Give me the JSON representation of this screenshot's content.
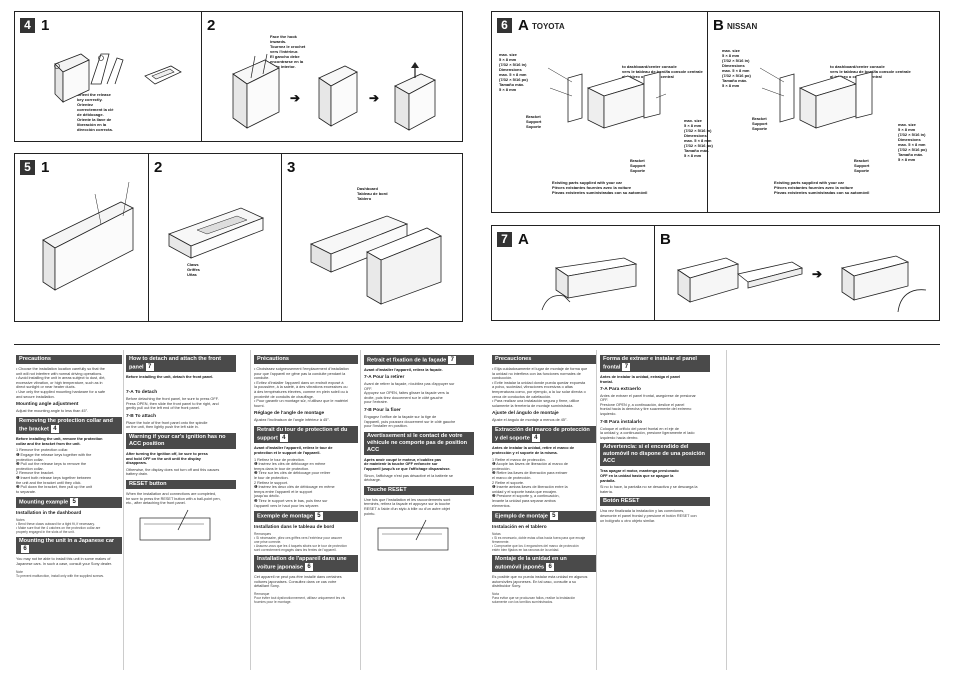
{
  "top_panels": {
    "sec4": {
      "num": "4",
      "steps": [
        "1",
        "2"
      ]
    },
    "sec5": {
      "num": "5",
      "steps": [
        "1",
        "2",
        "3"
      ]
    },
    "sec6": {
      "num": "6",
      "a_letter": "A",
      "a_label": "TOYOTA",
      "b_letter": "B",
      "b_label": "NISSAN"
    },
    "sec7": {
      "num": "7",
      "a_letter": "A",
      "b_letter": "B"
    }
  },
  "labels": {
    "s4_orient": "Orient the release\nkey correctly.\nOrientez\ncorrectement la clé\nde déblocage.\nOriente la llave de\nliberación en la\ndirección correcta.",
    "s4_hook": "Face the hook\ninwards.\nTournez le crochet\nvers l'intérieur.\nEl gancho debe\nencontrarse en la\nparte interior.",
    "s5_claws": "Claws\nGriffes\nUñas",
    "s5_dashboard": "Dashboard\nTableau de bord\nTablero",
    "s6_maxsize": "max. size\n5 × 8 mm\n(7/32 × 5/16 in)\nDimensions\nmax. 5 × 8 mm\n(7/32 × 5/16 po)\nTamaño máx.\n5 × 8 mm",
    "s6_console": "to dashboard/center console\nvers le tableau de bord/la console centrale\nal tablero o consola central",
    "s6_bracket": "Bracket\nSupport\nSoporte",
    "s6_existing": "Existing parts supplied with your car\nPièces existantes fournies avec la voiture\nPiezas existentes suministradas con su automóvil"
  },
  "english": {
    "precautions": {
      "title": "Precautions",
      "body": "• Choose the installation location carefully so that the\n  unit will not interfere with normal driving operations.\n• Avoid installing the unit in areas subject to dust, dirt,\n  excessive vibration, or high temperature, such as in\n  direct sunlight or near heater ducts.\n• Use only the supplied mounting hardware for a safe\n  and secure installation."
    },
    "mounting_angle": {
      "title": "Mounting angle adjustment",
      "body": "Adjust the mounting angle to less than 45°."
    },
    "removing": {
      "title": "Removing the protection collar and the bracket",
      "num": "4",
      "intro": "Before installing the unit, remove the protection\ncollar and the bracket from the unit.",
      "body": "1  Remove the protection collar.\n   ❶ Engage the release keys together with the\n      protection collar.\n   ❷ Pull out the release keys to remove the\n      protection collar.\n2  Remove the bracket.\n   ❶ Insert both release keys together between\n      the unit and the bracket until they click.\n   ❷ Pull down the bracket, then pull up the unit\n      to separate."
    },
    "mounting_example": {
      "title": "Mounting example",
      "num": "5",
      "sub": "Installation in the dashboard",
      "notes": "Notes\n• Bend these claws outward for a tight fit, if necessary.\n• Make sure that the 4 catches on the protection collar are\n  properly engaged in the slots of the unit."
    },
    "japanese_car": {
      "title": "Mounting the unit in a Japanese car",
      "num": "6",
      "body": "You may not be able to install this unit in some makes of\nJapanese cars. In such a case, consult your Sony dealer.",
      "note": "Note\nTo prevent malfunction, install only with the supplied screws."
    },
    "detach_attach": {
      "title": "How to detach and attach the front panel",
      "num": "7",
      "intro": "Before installing the unit, detach the front panel.",
      "a_title": "7-A To detach",
      "a_body": "Before detaching the front panel, be sure to press OFF.\nPress OPEN, then slide the front panel to the right, and\ngently pull out the left end of the front panel.",
      "b_title": "7-B To attach",
      "b_body": "Place the hole of the front panel onto the spindle\non the unit, then lightly push the left side in."
    },
    "warning": {
      "title": "Warning if your car's ignition has no ACC position",
      "bold": "After turning the ignition off, be sure to press\nand hold OFF on the unit until the display\ndisappears.",
      "body": "Otherwise, the display does not turn off and this causes\nbattery drain."
    },
    "reset": {
      "title": "RESET button",
      "body": "When the installation and connections are completed,\nbe sure to press the RESET button with a ball-point pen,\netc., after detaching the front panel."
    }
  },
  "french": {
    "precautions": {
      "title": "Précautions",
      "body": "• Choisissez soigneusement l'emplacement d'installation\n  pour que l'appareil ne gêne pas la conduite pendant la\n  conduite.\n• Evitez d'installer l'appareil dans un endroit exposé à\n  la poussière, à la saleté, à des vibrations excessives ou\n  à des températures élevées, comme en plein soleil ou à\n  proximité de conduits de chauffage.\n• Pour garantir un montage sûr, n'utilisez que le matériel\n  fourni."
    },
    "angle": {
      "title": "Réglage de l'angle de montage",
      "body": "Ajustez l'inclinaison de l'angle inférieur à 45°."
    },
    "retrait": {
      "title": "Retrait du tour de protection et du support",
      "num": "4",
      "intro": "Avant d'installer l'appareil, retirez le tour de\nprotection et le support de l'appareil.",
      "body": "1  Retirez le tour de protection.\n   ❶ Insérez les clés de déblocage en même\n      temps dans le tour de protection.\n   ❷ Tirez sur les clés de déblocage pour retirer\n      le tour de protection.\n2  Retirez le support.\n   ❶ Insérez les deux clés de déblocage en même\n      temps entre l'appareil et le support\n      jusqu'au déclic.\n   ❷ Tirez le support vers le bas, puis tirez sur\n      l'appareil vers le haut pour les séparer."
    },
    "exemple": {
      "title": "Exemple de montage",
      "num": "5",
      "sub": "Installation dans le tableau de bord",
      "notes": "Remarques\n• Si nécessaire, pliez ces griffes vers l'extérieur pour assurer\n  une prise correcte.\n• Assurez-vous que les 4 taquets situés sur le tour de protection\n  sont correctement engagés dans les fentes de l'appareil."
    },
    "japonais": {
      "title": "Installation de l'appareil dans une voiture japonaise",
      "num": "6",
      "body": "Cet appareil ne peut pas être installé dans certaines\nvoitures japonaises. Consultez dans ce cas votre\ndétaillant Sony.",
      "note": "Remarque\nPour éviter tout dysfonctionnement, utilisez uniquement les vis\nfournies pour le montage."
    },
    "facade": {
      "title": "Retrait et fixation de la façade",
      "num": "7",
      "intro": "Avant d'installer l'appareil, retirez la façade.",
      "a_title": "7-A Pour la retirer",
      "a_body": "Avant de retirer la façade, n'oubliez pas d'appuyer sur\nOFF.\nAppuyez sur OPEN, faites glisser la façade vers la\ndroite, puis tirez doucement sur le côté gauche\npour l'extraire.",
      "b_title": "7-B Pour la fixer",
      "b_body": "Engagez l'orifice de la façade sur la tige de\nl'appareil, puis poussez doucement sur le côté gauche\npour l'installer en position."
    },
    "avert": {
      "title": "Avertissement si le contact de votre véhicule ne comporte pas de position ACC",
      "bold": "Après avoir coupé le moteur, n'oubliez pas\nde maintenir la touche OFF enfoncée sur\nl'appareil jusqu'à ce que l'affichage disparaisse.",
      "body": "Sinon, l'affichage n'est pas désactivé et la batterie se\ndécharge."
    },
    "reset": {
      "title": "Touche RESET",
      "body": "Une fois que l'installation et les raccordements sont\nterminés, retirez la façade et appuyez sur la touche\nRESET à l'aide d'un stylo à bille ou d'un autre objet\npointu."
    }
  },
  "spanish": {
    "precautions": {
      "title": "Precauciones",
      "body": "• Elija cuidadosamente el lugar de montaje de forma que\n  la unidad no interfiera con las funciones normales de\n  conducción.\n• Evite instalar la unidad donde pueda quedar expuesta\n  a polvo, suciedad, vibraciones excesivas o altas\n  temperaturas como, por ejemplo, a la luz solar directa o\n  cerca de conductos de calefacción.\n• Para realizar una instalación segura y firme, utilice\n  solamente la ferretería de montaje suministrada."
    },
    "angle": {
      "title": "Ajuste del ángulo de montaje",
      "body": "Ajuste el ángulo de montaje a menos de 45°."
    },
    "extraccion": {
      "title": "Extracción del marco de protección y del soporte",
      "num": "4",
      "intro": "Antes de instalar la unidad, retire el marco de\nprotección y el soporte de la misma.",
      "body": "1  Retire el marco de protección.\n   ❶ Acople las llaves de liberación al marco de\n      protección.\n   ❷ Retire las llaves de liberación para extraer\n      el marco de protección.\n2  Retire el soporte.\n   ❶ Inserte ambas llaves de liberación entre la\n      unidad y el soporte hasta que encajen.\n   ❷ Presione el soporte y, a continuación,\n      levante la unidad para separar ambos\n      elementos."
    },
    "ejemplo": {
      "title": "Ejemplo de montaje",
      "num": "5",
      "sub": "Instalación en el tablero",
      "notes": "Notas\n• Si es necesario, doble estas uñas hacia fuera para que encaje\n  firmemente.\n• Compruebe que los 4 enganches del marco de protección\n  estén bien fijados en las ranuras de la unidad."
    },
    "japones": {
      "title": "Montaje de la unidad en un automóvil japonés",
      "num": "6",
      "body": "Es posible que no pueda instalar esta unidad en algunos\nautomóviles japoneses. En tal caso, consulte a su\ndistribuidor Sony.",
      "note": "Nota\nPara evitar que se produzcan fallos, realice la instalación\nsolamente con los tornillos suministrados."
    },
    "panel": {
      "title": "Forma de extraer e instalar el panel frontal",
      "num": "7",
      "intro": "Antes de instalar la unidad, extraiga el panel\nfrontal.",
      "a_title": "7-A Para extraerlo",
      "a_body": "Antes de extraer el panel frontal, asegúrese de presionar\nOFF.\nPresione OPEN y, a continuación, deslice el panel\nfrontal hacia la derecha y tire suavemente del extremo\nizquierdo.",
      "b_title": "7-B Para instalarlo",
      "b_body": "Coloque el orificio del panel frontal en el eje de\nla unidad y, a continuación, presione ligeramente el lado\nizquierdo hacia dentro."
    },
    "advert": {
      "title": "Advertencia: si el encendido del automóvil no dispone de una posición ACC",
      "bold": "Tras apagar el motor, mantenga presionado\nOFF en la unidad hasta que se apague la\npantalla.",
      "body": "Si no lo hace, la pantalla no se desactiva y se descarga la\nbatería."
    },
    "reset": {
      "title": "Botón RESET",
      "body": "Una vez finalizada la instalación y las conexiones,\ndesmonte el panel frontal y presione el botón RESET con\nun bolígrafo u otro objeto similar."
    }
  },
  "colors": {
    "header_bg": "#4a4a4a",
    "line": "#222222"
  }
}
